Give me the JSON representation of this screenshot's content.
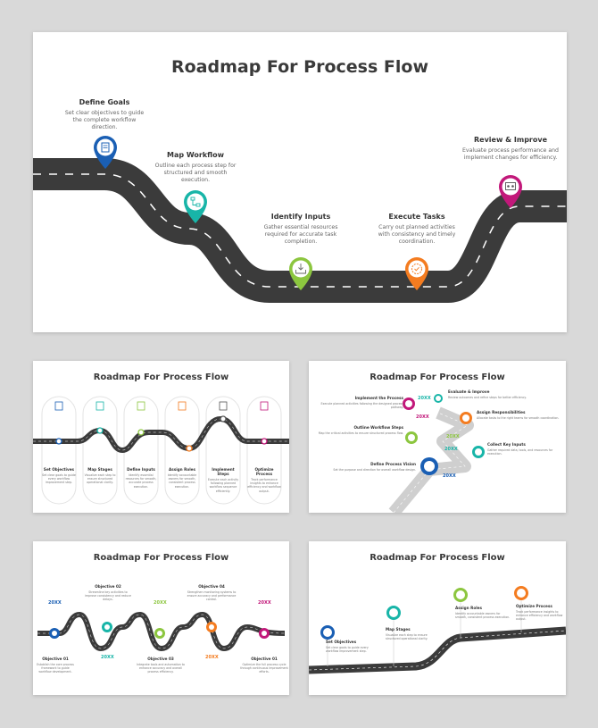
{
  "main": {
    "title": "Roadmap For Process Flow",
    "stages": [
      {
        "title": "Define Goals",
        "desc": "Set clear objectives to guide the complete workflow direction.",
        "color": "#1a5fb4",
        "icon": "checklist-icon"
      },
      {
        "title": "Map Workflow",
        "desc": "Outline each process step for structured and smooth execution.",
        "color": "#18b5a8",
        "icon": "flowchart-icon"
      },
      {
        "title": "Identify Inputs",
        "desc": "Gather essential resources required for accurate task completion.",
        "color": "#8cc63f",
        "icon": "download-tray-icon"
      },
      {
        "title": "Execute Tasks",
        "desc": "Carry out planned activities with consistency and timely coordination.",
        "color": "#f47c20",
        "icon": "gear-check-icon"
      },
      {
        "title": "Review & Improve",
        "desc": "Evaluate process performance and implement changes for efficiency.",
        "color": "#c2187a",
        "icon": "dashboard-icon"
      }
    ]
  },
  "thumb1": {
    "title": "Roadmap For Process Flow",
    "items": [
      {
        "title": "Set Objectives",
        "desc": "Set clear goals to guide every workflow improvement step.",
        "color": "#1a5fb4"
      },
      {
        "title": "Map Stages",
        "desc": "Visualize each step to ensure structured operational clarity.",
        "color": "#18b5a8"
      },
      {
        "title": "Define Inputs",
        "desc": "Identify essential resources for smooth, accurate process execution.",
        "color": "#8cc63f"
      },
      {
        "title": "Assign Roles",
        "desc": "Identify accountable owners for smooth, consistent process execution.",
        "color": "#f47c20"
      },
      {
        "title": "Implement Steps",
        "desc": "Execute each activity following planned workflow sequence efficiently.",
        "color": "#555555"
      },
      {
        "title": "Optimize Process",
        "desc": "Track performance insights to enhance efficiency and workflow output.",
        "color": "#c2187a"
      }
    ]
  },
  "thumb2": {
    "title": "Roadmap For Process Flow",
    "year": "20XX",
    "items": [
      {
        "title": "Implement the Process",
        "desc": "Execute planned activities following the designed process pathway."
      },
      {
        "title": "Evaluate & Improve",
        "desc": "Review outcomes and refine steps for better efficiency."
      },
      {
        "title": "Assign Responsibilities",
        "desc": "Allocate tasks to the right teams for smooth coordination."
      },
      {
        "title": "Outline Workflow Steps",
        "desc": "Map the critical activities to ensure structured process flow."
      },
      {
        "title": "Collect Key Inputs",
        "desc": "Gather required data, tools, and resources for execution."
      },
      {
        "title": "Define Process Vision",
        "desc": "Set the purpose and direction for overall workflow design."
      }
    ]
  },
  "thumb3": {
    "title": "Roadmap For Process Flow",
    "year": "20XX",
    "items": [
      {
        "title": "Objective 01",
        "desc": "Establish the core process framework to guide workflow development."
      },
      {
        "title": "Objective 02",
        "desc": "Streamline key activities to improve consistency and reduce delays."
      },
      {
        "title": "Objective 03",
        "desc": "Integrate tools and automation to enhance accuracy and overall process efficiency."
      },
      {
        "title": "Objective 04",
        "desc": "Strengthen monitoring systems to ensure accuracy and performance control."
      },
      {
        "title": "Objective 01",
        "desc": "Optimize the full process cycle through continuous improvement efforts."
      }
    ]
  },
  "thumb4": {
    "title": "Roadmap For Process Flow",
    "items": [
      {
        "title": "Set Objectives",
        "desc": "Set clear goals to guide every workflow improvement step."
      },
      {
        "title": "Map Stages",
        "desc": "Visualize each step to ensure structured operational clarity."
      },
      {
        "title": "Assign Roles",
        "desc": "Identify accountable owners for smooth, consistent process execution."
      },
      {
        "title": "Optimize Process",
        "desc": "Track performance insights to enhance efficiency and workflow output."
      }
    ]
  }
}
